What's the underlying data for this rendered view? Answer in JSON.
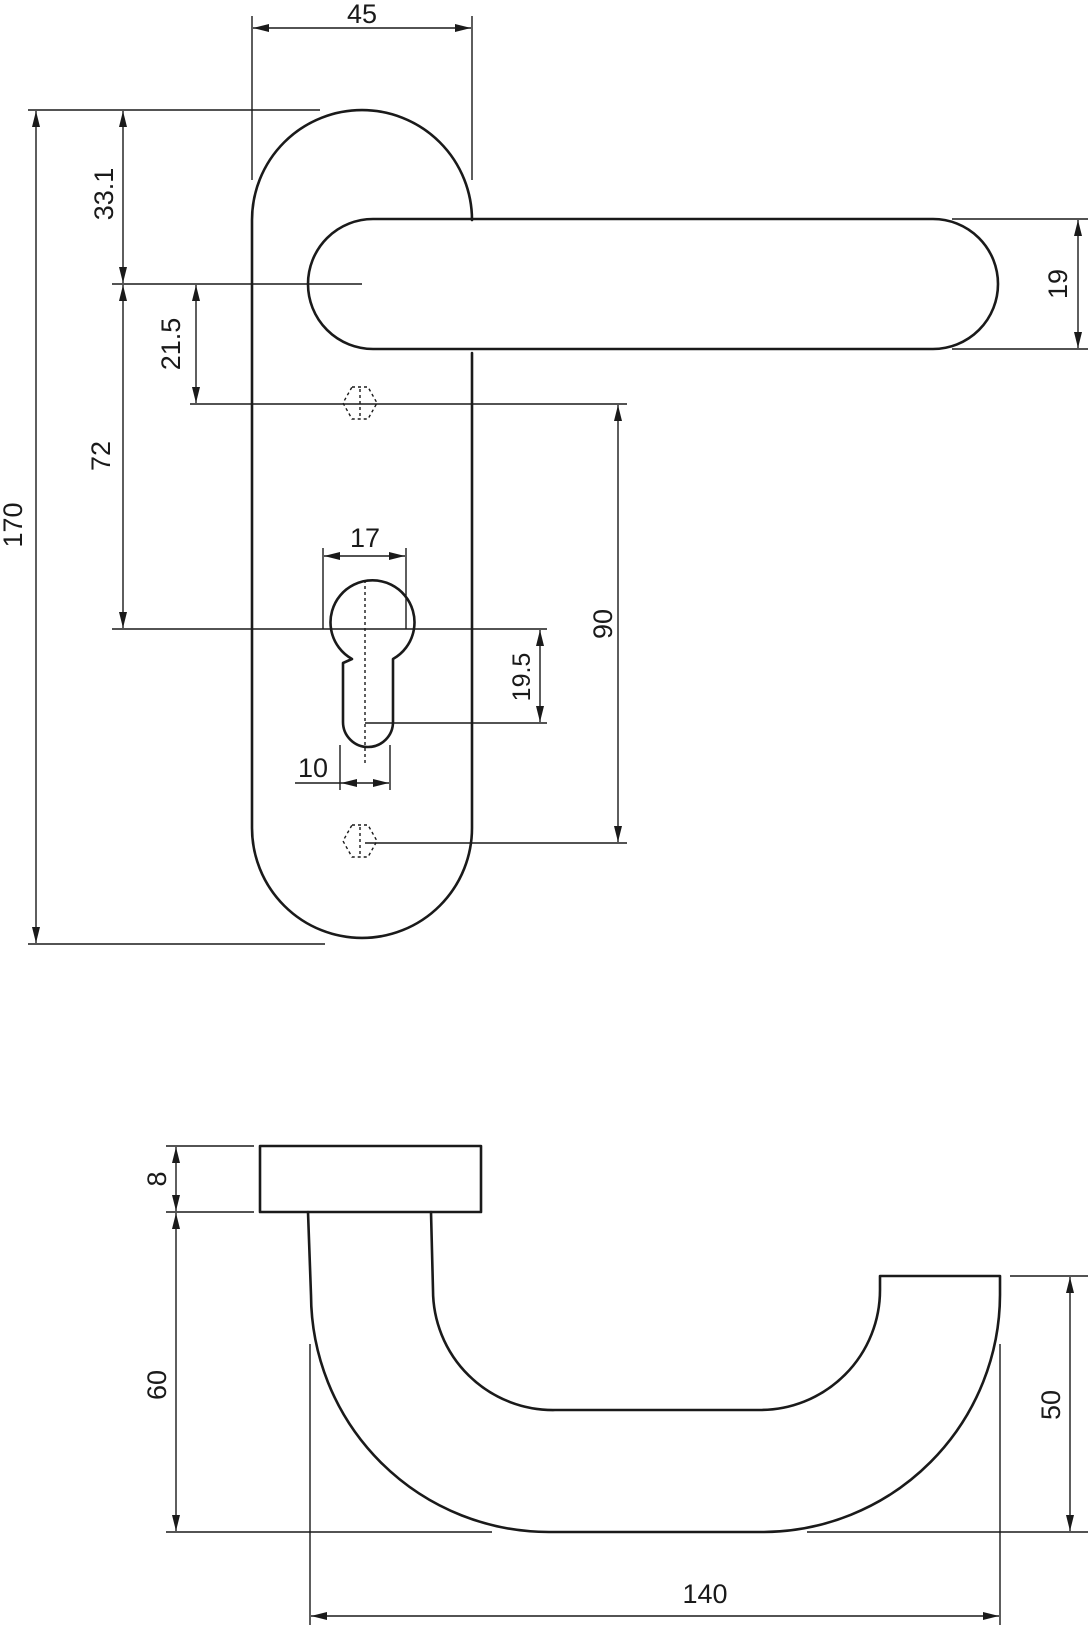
{
  "dimensions": {
    "rose_width": "45",
    "total_height": "170",
    "top_to_lever_axis": "33.1",
    "lever_axis_to_upper_screw": "21.5",
    "lever_axis_to_cylinder": "72",
    "lever_thickness": "19",
    "cylinder_head_width": "17",
    "cylinder_body_width": "10",
    "cylinder_slot_depth": "19.5",
    "screw_spacing": "90",
    "rose_thickness": "8",
    "lever_projection": "60",
    "lever_end_height": "50",
    "lever_length": "140"
  }
}
